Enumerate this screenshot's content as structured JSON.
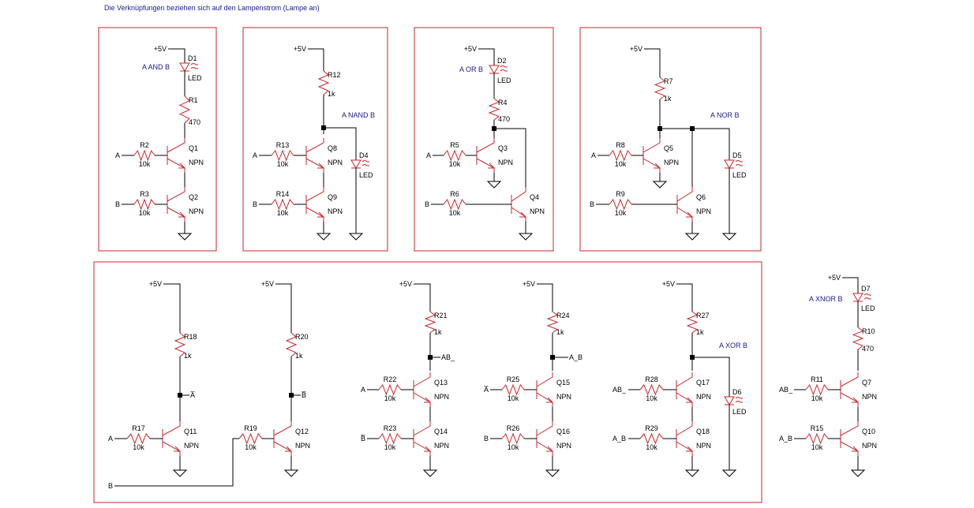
{
  "caption": "Die Verknüpfungen beziehen sich auf den Lampenstrom (Lampe an)",
  "colors": {
    "frame": "#c8262c",
    "component": "#c8262c",
    "wire": "#000000",
    "gate_label": "#1a1a8c"
  },
  "supply_label": "+5V",
  "transistor_type": "NPN",
  "led_value": "LED",
  "circuits": [
    {
      "id": "and",
      "gate_label": "A AND B",
      "led": {
        "ref": "D1",
        "value": "LED"
      },
      "resistors": [
        {
          "ref": "R1",
          "value": "470"
        },
        {
          "ref": "R2",
          "value": "10k"
        },
        {
          "ref": "R3",
          "value": "10k"
        }
      ],
      "transistors": [
        {
          "ref": "Q1",
          "type": "NPN"
        },
        {
          "ref": "Q2",
          "type": "NPN"
        }
      ],
      "inputs": [
        "A",
        "B"
      ]
    },
    {
      "id": "nand",
      "gate_label": "A NAND B",
      "led": {
        "ref": "D4",
        "value": "LED"
      },
      "resistors": [
        {
          "ref": "R12",
          "value": "1k"
        },
        {
          "ref": "R13",
          "value": "10k"
        },
        {
          "ref": "R14",
          "value": "10k"
        }
      ],
      "transistors": [
        {
          "ref": "Q8",
          "type": "NPN"
        },
        {
          "ref": "Q9",
          "type": "NPN"
        }
      ],
      "inputs": [
        "A",
        "B"
      ]
    },
    {
      "id": "or",
      "gate_label": "A OR B",
      "led": {
        "ref": "D2",
        "value": "LED"
      },
      "resistors": [
        {
          "ref": "R4",
          "value": "470"
        },
        {
          "ref": "R5",
          "value": "10k"
        },
        {
          "ref": "R6",
          "value": "10k"
        }
      ],
      "transistors": [
        {
          "ref": "Q3",
          "type": "NPN"
        },
        {
          "ref": "Q4",
          "type": "NPN"
        }
      ],
      "inputs": [
        "A",
        "B"
      ]
    },
    {
      "id": "nor",
      "gate_label": "A NOR B",
      "led": {
        "ref": "D5",
        "value": "LED"
      },
      "resistors": [
        {
          "ref": "R7",
          "value": "1k"
        },
        {
          "ref": "R8",
          "value": "10k"
        },
        {
          "ref": "R9",
          "value": "10k"
        }
      ],
      "transistors": [
        {
          "ref": "Q5",
          "type": "NPN"
        },
        {
          "ref": "Q6",
          "type": "NPN"
        }
      ],
      "inputs": [
        "A",
        "B"
      ]
    },
    {
      "id": "inv_a",
      "gate_label": "",
      "resistors": [
        {
          "ref": "R18",
          "value": "1k"
        },
        {
          "ref": "R17",
          "value": "10k"
        }
      ],
      "transistors": [
        {
          "ref": "Q11",
          "type": "NPN"
        }
      ],
      "inputs": [
        "A"
      ],
      "output": "A̅"
    },
    {
      "id": "inv_b",
      "gate_label": "",
      "resistors": [
        {
          "ref": "R20",
          "value": "1k"
        },
        {
          "ref": "R19",
          "value": "10k"
        }
      ],
      "transistors": [
        {
          "ref": "Q12",
          "type": "NPN"
        }
      ],
      "inputs": [
        "B"
      ],
      "output": "B̅"
    },
    {
      "id": "nand_ab_",
      "gate_label": "",
      "resistors": [
        {
          "ref": "R21",
          "value": "1k"
        },
        {
          "ref": "R22",
          "value": "10k"
        },
        {
          "ref": "R23",
          "value": "10k"
        }
      ],
      "transistors": [
        {
          "ref": "Q13",
          "type": "NPN"
        },
        {
          "ref": "Q14",
          "type": "NPN"
        }
      ],
      "inputs": [
        "A",
        "B̅"
      ],
      "output": "AB_"
    },
    {
      "id": "nand_a_b",
      "gate_label": "",
      "resistors": [
        {
          "ref": "R24",
          "value": "1k"
        },
        {
          "ref": "R25",
          "value": "10k"
        },
        {
          "ref": "R26",
          "value": "10k"
        }
      ],
      "transistors": [
        {
          "ref": "Q15",
          "type": "NPN"
        },
        {
          "ref": "Q16",
          "type": "NPN"
        }
      ],
      "inputs": [
        "A̅",
        "B"
      ],
      "output": "A_B"
    },
    {
      "id": "xor",
      "gate_label": "A XOR B",
      "led": {
        "ref": "D6",
        "value": "LED"
      },
      "resistors": [
        {
          "ref": "R27",
          "value": "1k"
        },
        {
          "ref": "R28",
          "value": "10k"
        },
        {
          "ref": "R29",
          "value": "10k"
        }
      ],
      "transistors": [
        {
          "ref": "Q17",
          "type": "NPN"
        },
        {
          "ref": "Q18",
          "type": "NPN"
        }
      ],
      "inputs": [
        "AB_",
        "A_B"
      ]
    },
    {
      "id": "xnor",
      "gate_label": "A XNOR B",
      "led": {
        "ref": "D7",
        "value": "LED"
      },
      "resistors": [
        {
          "ref": "R10",
          "value": "470"
        },
        {
          "ref": "R11",
          "value": "10k"
        },
        {
          "ref": "R15",
          "value": "10k"
        }
      ],
      "transistors": [
        {
          "ref": "Q7",
          "type": "NPN"
        },
        {
          "ref": "Q10",
          "type": "NPN"
        }
      ],
      "inputs": [
        "AB_",
        "A_B"
      ]
    }
  ]
}
